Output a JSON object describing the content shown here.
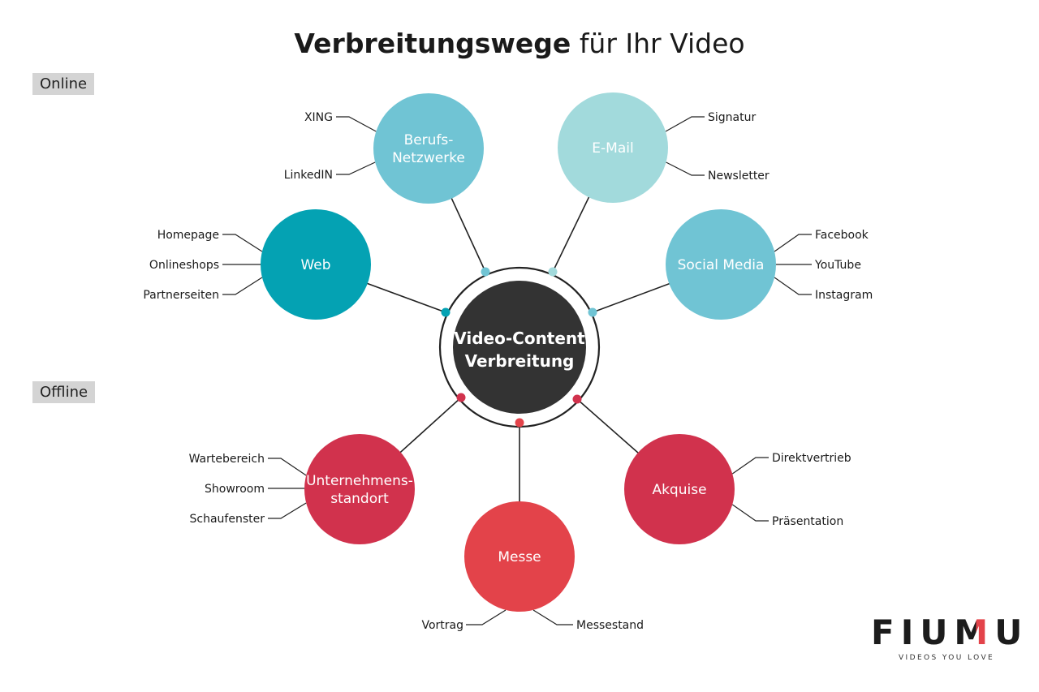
{
  "title": {
    "bold": "Verbreitungswege",
    "rest": "für Ihr Video"
  },
  "sections": {
    "online": "Online",
    "offline": "Offline"
  },
  "colors": {
    "dark_center": "#333333",
    "teal_dark": "#04a2b3",
    "teal_mid": "#70c4d4",
    "teal_light": "#a2dadc",
    "red_dark": "#d1324d",
    "red_mid": "#e3434a",
    "text": "#1a1a1a"
  },
  "center": {
    "line1": "Video-Content",
    "line2": "Verbreitung"
  },
  "nodes": [
    {
      "id": "berufs",
      "lines": [
        "Berufs-",
        "Netzwerke"
      ],
      "color": "#70c4d4",
      "leaves": [
        "XING",
        "LinkedIN"
      ]
    },
    {
      "id": "email",
      "lines": [
        "E-Mail"
      ],
      "color": "#a2dadc",
      "leaves": [
        "Signatur",
        "Newsletter"
      ]
    },
    {
      "id": "web",
      "lines": [
        "Web"
      ],
      "color": "#04a2b3",
      "leaves": [
        "Homepage",
        "Onlineshops",
        "Partnerseiten"
      ]
    },
    {
      "id": "social",
      "lines": [
        "Social Media"
      ],
      "color": "#70c4d4",
      "leaves": [
        "Facebook",
        "YouTube",
        "Instagram"
      ]
    },
    {
      "id": "unternehmen",
      "lines": [
        "Unternehmens-",
        "standort"
      ],
      "color": "#d1324d",
      "leaves": [
        "Wartebereich",
        "Showroom",
        "Schaufenster"
      ]
    },
    {
      "id": "messe",
      "lines": [
        "Messe"
      ],
      "color": "#e3434a",
      "leaves": [
        "Vortrag",
        "Messestand"
      ]
    },
    {
      "id": "akquise",
      "lines": [
        "Akquise"
      ],
      "color": "#d1324d",
      "leaves": [
        "Direktvertrieb",
        "Präsentation"
      ]
    }
  ],
  "logo": {
    "word": "FIUMU",
    "tagline": "VIDEOS YOU LOVE"
  }
}
